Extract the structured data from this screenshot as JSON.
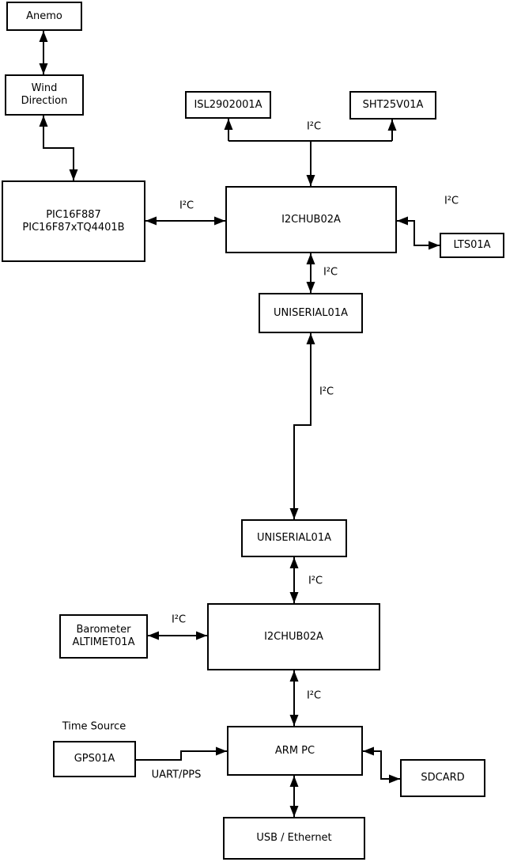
{
  "colors": {
    "background": "#ffffff",
    "line": "#000000",
    "box_fill": "#ffffff",
    "box_border": "#000000",
    "text": "#000000"
  },
  "nodes": {
    "anemo": {
      "label": "Anemo"
    },
    "wind_direction": {
      "label": "Wind\nDirection"
    },
    "pic": {
      "label": "PIC16F887\nPIC16F87xTQ4401B"
    },
    "isl": {
      "label": "ISL2902001A"
    },
    "sht": {
      "label": "SHT25V01A"
    },
    "i2chub_top": {
      "label": "I2CHUB02A"
    },
    "lts": {
      "label": "LTS01A"
    },
    "uniserial_top": {
      "label": "UNISERIAL01A"
    },
    "uniserial_bottom": {
      "label": "UNISERIAL01A"
    },
    "barometer": {
      "label": "Barometer\nALTIMET01A"
    },
    "i2chub_bottom": {
      "label": "I2CHUB02A"
    },
    "gps": {
      "label": "GPS01A"
    },
    "arm_pc": {
      "label": "ARM PC"
    },
    "sdcard": {
      "label": "SDCARD"
    },
    "usb_ethernet": {
      "label": "USB / Ethernet"
    }
  },
  "wire_labels": {
    "i2c_pic_hub": "I²C",
    "i2c_sensors": "I²C",
    "i2c_lts": "I²C",
    "i2c_hub_uniserial": "I²C",
    "i2c_uniserial_link": "I²C",
    "i2c_uniserial_hub2": "I²C",
    "i2c_barometer": "I²C",
    "i2c_hub2_armpc": "I²C",
    "time_source": "Time Source",
    "uart_pps": "UART/PPS"
  }
}
